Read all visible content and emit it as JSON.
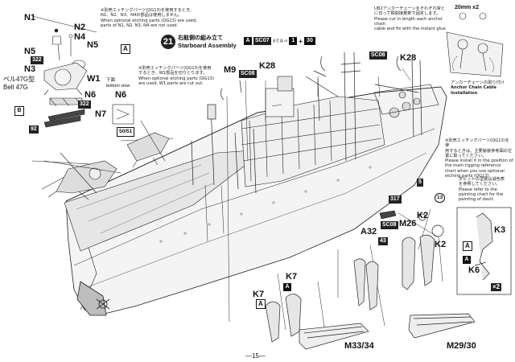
{
  "page": {
    "number": "—15—"
  },
  "step": {
    "number": "21",
    "title_jp": "右舷側の組み立て",
    "title_en": "Starboard Assembly"
  },
  "paint_code": {
    "box": "A",
    "code": "SC07",
    "or": "または or",
    "mix_1": "1",
    "plus": "+",
    "mix_2": "30"
  },
  "notes": {
    "etching_n": [
      "※別売エッチングパーツ(QG13)を使用するとき、",
      "N1、N2、N3、N4の部品は使用しません。",
      "When optional etching parts (QG13) are used,",
      "parts of N1, N2, N3, N4 are not used."
    ],
    "etching_w": [
      "※別売エッチングパーツ(QG13)を使用",
      "するとき、W1部品を切りとります。",
      "When optional etching parts (QG13)",
      "are used, W1 parts are cut out."
    ],
    "anchor": [
      "UB2アンカーチェーンをそれぞれ常と",
      "に切って瞬間接着剤で固定します。",
      "Please cut in length each anchor chain",
      "cable and fix with the instant glue."
    ],
    "anchor_chain_cn": "アンカーチェーンの取り付け",
    "anchor_chain_en": "Anchor Chain Cable Installation",
    "rigging": [
      "※別売エッチングパーツ(QG13)を使",
      "用するときは、主要艙装参考図の位",
      "置に取ってください。",
      "Please install it in the position of",
      "the main rigging reference",
      "chart when you use optional",
      "etching parts (QG13)."
    ],
    "davit": [
      "ダビットの塗装は減色表",
      "を参照してください。",
      "Please refer to the",
      "painting chart for the",
      "painting of davit."
    ]
  },
  "heli": {
    "name_jp": "ベル47G型",
    "name_en": "Bell 47G",
    "bottom_view_jp": "下面",
    "bottom_view_en": "bottom view"
  },
  "labels": {
    "N1": "N1",
    "N2": "N2",
    "N4": "N4",
    "N5a": "N5",
    "N5b": "N5",
    "N3": "N3",
    "W1": "W1",
    "N6a": "N6",
    "N6b": "N6",
    "N7": "N7",
    "M9": "M9",
    "K28a": "K28",
    "K28b": "K28",
    "K2a": "K2",
    "K2b": "K2",
    "M26": "M26",
    "A32": "A32",
    "K3": "K3",
    "K6": "K6",
    "K7a": "K7",
    "K7b": "K7",
    "M33_34": "M33/34",
    "M29_30": "M29/30",
    "mm20": "20mm x2",
    "x2": "×2"
  },
  "codes": {
    "c322a": "322",
    "c322b": "322",
    "c92": "92",
    "c5051": "50/51",
    "c317": "317",
    "c13": "13",
    "sc08a": "SC08",
    "sc08b": "SC08",
    "sc08c": "SC08",
    "c43": "43",
    "c5": "5"
  },
  "boxes": {
    "A": "A",
    "B": "B"
  },
  "colors": {
    "line": "#222222",
    "hull": "#f4f4f4",
    "deck": "#e6e6e6",
    "shade": "#bdbdbd"
  }
}
